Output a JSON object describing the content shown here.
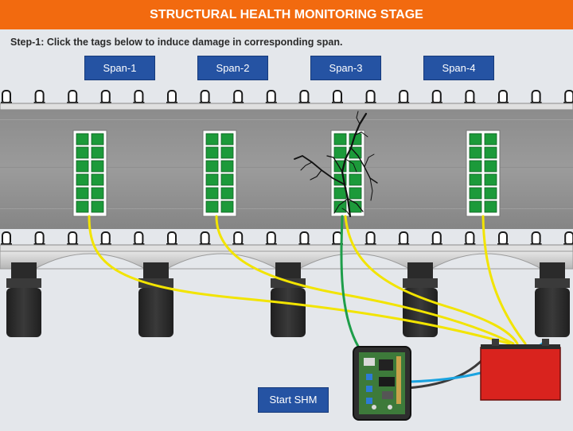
{
  "header": {
    "title": "STRUCTURAL HEALTH MONITORING STAGE"
  },
  "instruction": {
    "step": "Step-1:",
    "text": "Click the tags below to induce damage in corresponding span."
  },
  "span_buttons": [
    "Span-1",
    "Span-2",
    "Span-3",
    "Span-4"
  ],
  "start_button": {
    "label": "Start SHM"
  },
  "colors": {
    "header": "#f26a0f",
    "button": "#2553a3",
    "sensor_green": "#1c9a3a",
    "wire_yellow": "#f2e400",
    "wire_green": "#1e9e4a",
    "wire_blue": "#1aa3e0",
    "battery_red": "#d9231e"
  },
  "damaged_span": "Span-3"
}
